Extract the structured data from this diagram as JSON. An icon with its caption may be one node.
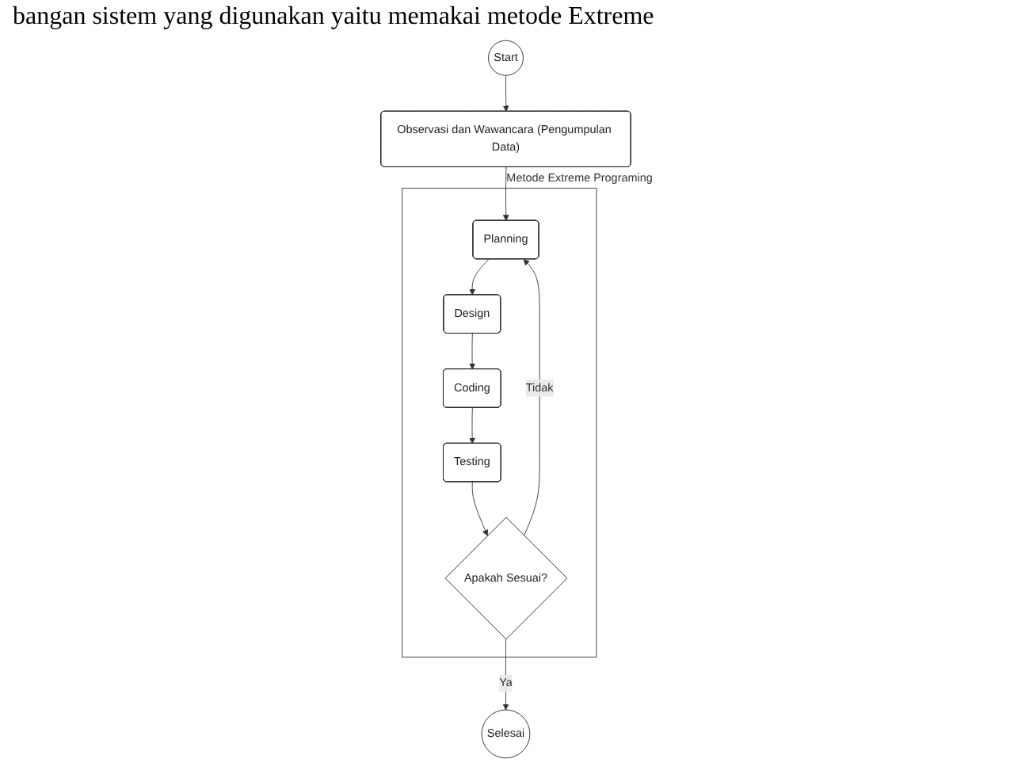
{
  "diagram": {
    "nodes": [
      {
        "text": [
          "Start"
        ]
      },
      {
        "text": [
          "Observasi dan Wawancara (Pengumpulan Data)"
        ]
      },
      {
        "text": [
          "Metode Extreme Programing"
        ]
      },
      {
        "text": [
          "Planning"
        ],
        "in": 2
      },
      {
        "text": [
          "Design"
        ],
        "in": 2
      },
      {
        "text": [
          "Coding"
        ],
        "in": 2
      },
      {
        "text": [
          "Testing"
        ],
        "in": 2
      },
      {
        "text": [
          "Apakah Sesuai?"
        ],
        "in": 2
      },
      {
        "text": [
          "Selesai"
        ]
      }
    ],
    "edges": [
      {
        "from": 0,
        "to": 1,
        "arrow": "to"
      },
      {
        "from": 1,
        "to": 3,
        "arrow": "to"
      },
      {
        "from": 3,
        "to": 4,
        "arrow": "to"
      },
      {
        "from": 4,
        "to": 5,
        "arrow": "to"
      },
      {
        "from": 5,
        "to": 6,
        "arrow": "to"
      },
      {
        "from": 6,
        "to": 7,
        "arrow": "to"
      },
      {
        "from": 7,
        "to": 3,
        "arrow": "to",
        "label": "Tidak"
      },
      {
        "from": 7,
        "to": 8,
        "arrow": "to",
        "label": "Ya"
      }
    ],
    "labels": [
      "bangan sistem yang digunakan yaitu memakai metode Extreme"
    ]
  }
}
